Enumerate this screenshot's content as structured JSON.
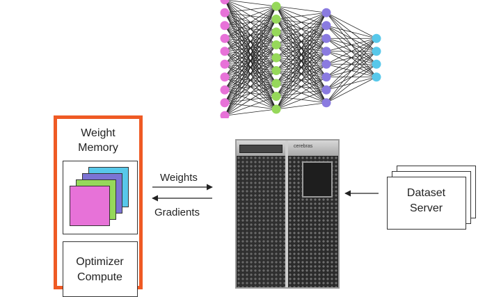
{
  "weight_memory": {
    "title_line1": "Weight",
    "title_line2": "Memory"
  },
  "optimizer": {
    "line1": "Optimizer",
    "line2": "Compute"
  },
  "arrows": {
    "weights_label": "Weights",
    "gradients_label": "Gradients"
  },
  "dataset_server": {
    "line1": "Dataset",
    "line2": "Server"
  },
  "server": {
    "brand": "cerebras"
  },
  "neural_net": {
    "layers": [
      {
        "count": 10,
        "color": "#e772d8"
      },
      {
        "count": 9,
        "color": "#96d85a"
      },
      {
        "count": 8,
        "color": "#8a7be0"
      },
      {
        "count": 4,
        "color": "#58c8ea"
      }
    ],
    "edge_color": "#222222"
  }
}
